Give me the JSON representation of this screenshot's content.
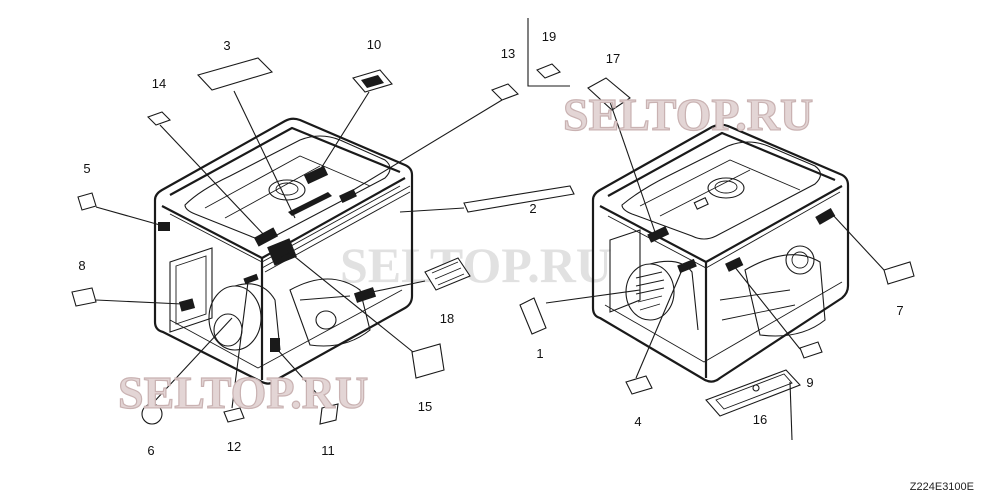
{
  "watermarks": {
    "top_right": "SELTOP.RU",
    "center": "SELTOP.RU",
    "bottom_left": "SELTOP.RU"
  },
  "diagram_code": "Z224E3100E",
  "callouts": {
    "n1": "1",
    "n2": "2",
    "n3": "3",
    "n4": "4",
    "n5": "5",
    "n6": "6",
    "n7": "7",
    "n8": "8",
    "n9": "9",
    "n10": "10",
    "n11": "11",
    "n12": "12",
    "n13": "13",
    "n14": "14",
    "n15": "15",
    "n16": "16",
    "n17": "17",
    "n18": "18",
    "n19": "19"
  }
}
